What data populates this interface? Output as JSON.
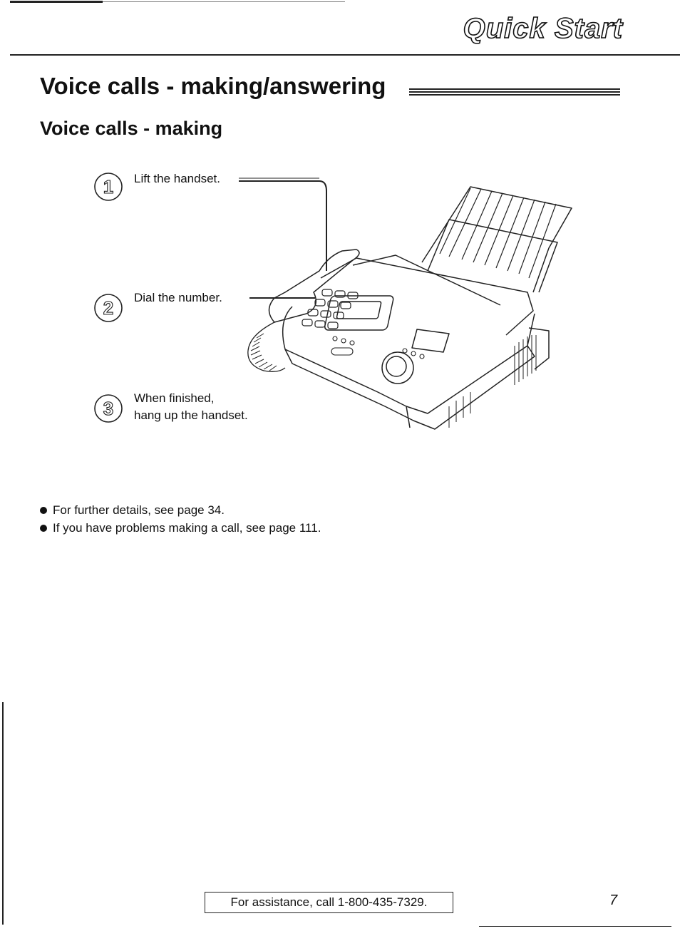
{
  "header": {
    "section_tab": "Quick Start"
  },
  "title": "Voice calls - making/answering",
  "subtitle": "Voice calls - making",
  "steps": [
    {
      "number": "1",
      "lines": [
        "Lift the handset."
      ]
    },
    {
      "number": "2",
      "lines": [
        "Dial the number."
      ]
    },
    {
      "number": "3",
      "lines": [
        "When finished,",
        "hang up the handset."
      ]
    }
  ],
  "notes": [
    "For further details, see page 34.",
    "If you have problems making a call, see page 111."
  ],
  "footer": {
    "assistance": "For assistance, call 1-800-435-7329.",
    "page_number": "7"
  }
}
